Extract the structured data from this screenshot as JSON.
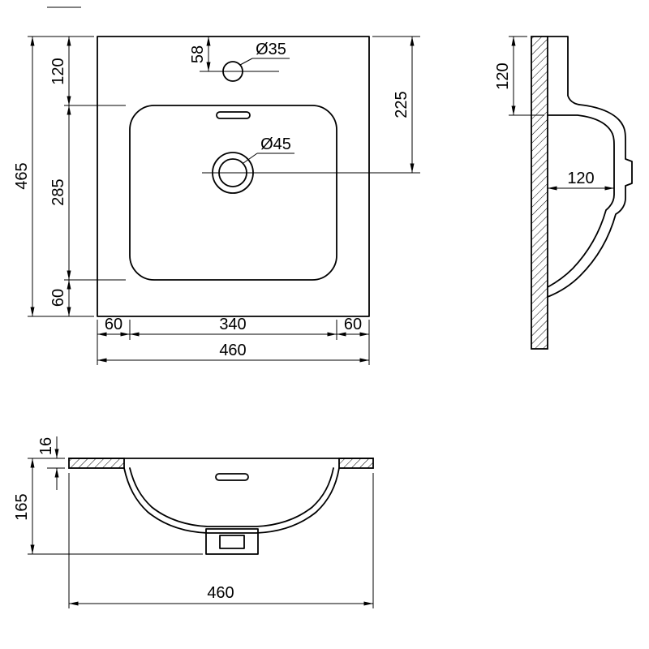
{
  "plan": {
    "overall_height": "465",
    "seg_top": "120",
    "seg_mid": "285",
    "seg_bot": "60",
    "faucet_offset": "58",
    "faucet_dia": "Ø35",
    "drain_dia": "Ø45",
    "drain_from_top": "225",
    "bot_left": "60",
    "bot_mid": "340",
    "bot_right": "60",
    "overall_width": "460"
  },
  "side": {
    "rim_height": "120",
    "depth": "120"
  },
  "front": {
    "counter_thickness": "16",
    "overall_height": "165",
    "overall_width": "460"
  }
}
